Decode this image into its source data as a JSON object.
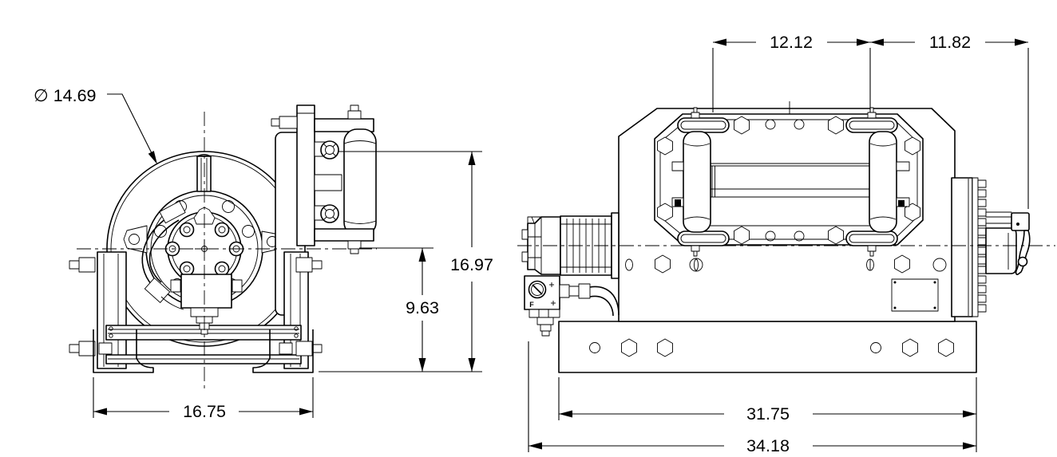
{
  "drawing": {
    "background_color": "#ffffff",
    "line_color": "#000000"
  },
  "side_view": {
    "dims": {
      "diameter_label": "∅ 14.69",
      "height_overall": "16.97",
      "height_centerline": "9.63",
      "width_base": "16.75"
    }
  },
  "front_view": {
    "dims": {
      "opening_width": "12.12",
      "clutch_offset": "11.82",
      "mount_width": "31.75",
      "overall_length": "34.18"
    },
    "valve_port_label": "F"
  }
}
